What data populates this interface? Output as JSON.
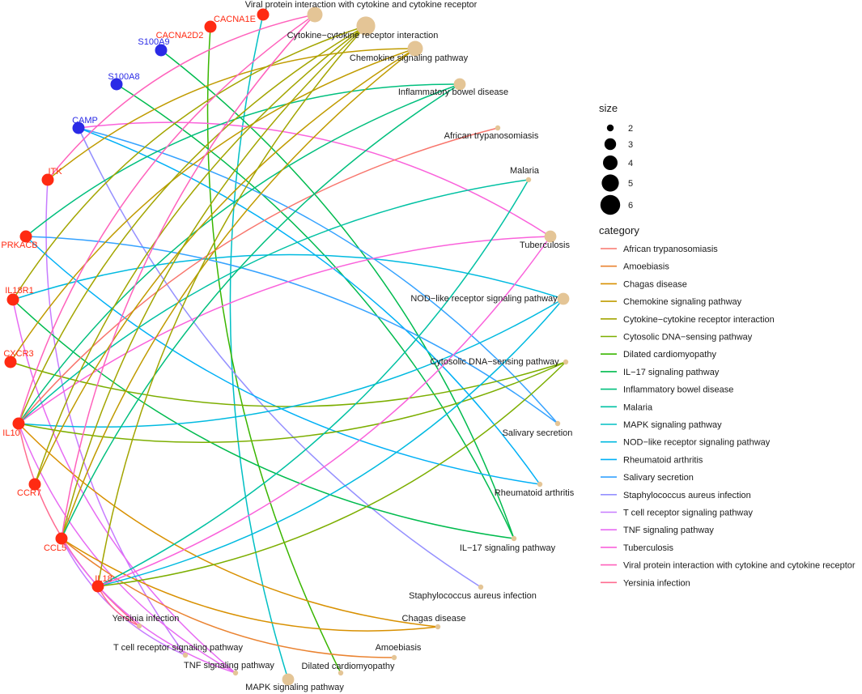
{
  "legend": {
    "size_title": "size",
    "size_entries": [
      {
        "label": "2",
        "value": 2
      },
      {
        "label": "3",
        "value": 3
      },
      {
        "label": "4",
        "value": 4
      },
      {
        "label": "5",
        "value": 5
      },
      {
        "label": "6",
        "value": 6
      }
    ],
    "category_title": "category",
    "categories": [
      {
        "label": "African trypanosomiasis",
        "color": "#F8766D"
      },
      {
        "label": "Amoebiasis",
        "color": "#EA8331"
      },
      {
        "label": "Chagas disease",
        "color": "#D89000"
      },
      {
        "label": "Chemokine signaling pathway",
        "color": "#C09B00"
      },
      {
        "label": "Cytokine−cytokine receptor interaction",
        "color": "#A3A500"
      },
      {
        "label": "Cytosolic DNA−sensing pathway",
        "color": "#7CAE00"
      },
      {
        "label": "Dilated cardiomyopathy",
        "color": "#39B600"
      },
      {
        "label": "IL−17 signaling pathway",
        "color": "#00BB4E"
      },
      {
        "label": "Inflammatory bowel disease",
        "color": "#00BF7D"
      },
      {
        "label": "Malaria",
        "color": "#00C1A3"
      },
      {
        "label": "MAPK signaling pathway",
        "color": "#00BFC4"
      },
      {
        "label": "NOD−like receptor signaling pathway",
        "color": "#00BAE0"
      },
      {
        "label": "Rheumatoid arthritis",
        "color": "#00B0F6"
      },
      {
        "label": "Salivary secretion",
        "color": "#35A2FF"
      },
      {
        "label": "Staphylococcus aureus infection",
        "color": "#9590FF"
      },
      {
        "label": "T cell receptor signaling pathway",
        "color": "#C77CFF"
      },
      {
        "label": "TNF signaling pathway",
        "color": "#E76BF3"
      },
      {
        "label": "Tuberculosis",
        "color": "#FA62DB"
      },
      {
        "label": "Viral protein interaction with cytokine and cytokine receptor",
        "color": "#FF62BC"
      },
      {
        "label": "Yersinia infection",
        "color": "#FF6C91"
      }
    ]
  },
  "colors": {
    "gene_red": "#FF2A12",
    "gene_blue": "#2A2AE6",
    "term_node": "#E4C596"
  },
  "network": {
    "genes": [
      {
        "id": "CACNA1E",
        "label": "CACNA1E",
        "group": "red"
      },
      {
        "id": "CACNA2D2",
        "label": "CACNA2D2",
        "group": "red"
      },
      {
        "id": "S100A9",
        "label": "S100A9",
        "group": "blue"
      },
      {
        "id": "S100A8",
        "label": "S100A8",
        "group": "blue"
      },
      {
        "id": "CAMP",
        "label": "CAMP",
        "group": "blue"
      },
      {
        "id": "ITK",
        "label": "ITK",
        "group": "red"
      },
      {
        "id": "PRKACB",
        "label": "PRKACB",
        "group": "red"
      },
      {
        "id": "IL18R1",
        "label": "IL18R1",
        "group": "red"
      },
      {
        "id": "CXCR3",
        "label": "CXCR3",
        "group": "red"
      },
      {
        "id": "IL10",
        "label": "IL10",
        "group": "red"
      },
      {
        "id": "CCR7",
        "label": "CCR7",
        "group": "red"
      },
      {
        "id": "CCL5",
        "label": "CCL5",
        "group": "red"
      },
      {
        "id": "IL18",
        "label": "IL18",
        "group": "red"
      }
    ],
    "terms": [
      {
        "id": "viral",
        "label": "Viral protein interaction with cytokine and cytokine receptor",
        "size": 5
      },
      {
        "id": "cyto",
        "label": "Cytokine−cytokine receptor interaction",
        "size": 6
      },
      {
        "id": "chemo",
        "label": "Chemokine signaling pathway",
        "size": 5
      },
      {
        "id": "ibd",
        "label": "Inflammatory bowel disease",
        "size": 4
      },
      {
        "id": "afr",
        "label": "African trypanosomiasis",
        "size": 2
      },
      {
        "id": "mal",
        "label": "Malaria",
        "size": 2
      },
      {
        "id": "tb",
        "label": "Tuberculosis",
        "size": 4
      },
      {
        "id": "nod",
        "label": "NOD−like receptor signaling pathway",
        "size": 4
      },
      {
        "id": "cdna",
        "label": "Cytosolic DNA−sensing pathway",
        "size": 2
      },
      {
        "id": "sal",
        "label": "Salivary secretion",
        "size": 2
      },
      {
        "id": "ra",
        "label": "Rheumatoid arthritis",
        "size": 2
      },
      {
        "id": "il17",
        "label": "IL−17 signaling pathway",
        "size": 2
      },
      {
        "id": "staph",
        "label": "Staphylococcus aureus infection",
        "size": 2
      },
      {
        "id": "chagas",
        "label": "Chagas disease",
        "size": 2
      },
      {
        "id": "amoe",
        "label": "Amoebiasis",
        "size": 2
      },
      {
        "id": "dil",
        "label": "Dilated cardiomyopathy",
        "size": 2
      },
      {
        "id": "mapk",
        "label": "MAPK signaling pathway",
        "size": 4
      },
      {
        "id": "tnf",
        "label": "TNF signaling pathway",
        "size": 2
      },
      {
        "id": "tcr",
        "label": "T cell receptor signaling pathway",
        "size": 2
      },
      {
        "id": "yer",
        "label": "Yersinia infection",
        "size": 2
      }
    ],
    "edges": [
      {
        "gene": "CACNA1E",
        "term": "mapk"
      },
      {
        "gene": "CACNA2D2",
        "term": "dil"
      },
      {
        "gene": "S100A9",
        "term": "il17"
      },
      {
        "gene": "S100A8",
        "term": "il17"
      },
      {
        "gene": "CAMP",
        "term": "sal"
      },
      {
        "gene": "CAMP",
        "term": "ra"
      },
      {
        "gene": "CAMP",
        "term": "staph"
      },
      {
        "gene": "CAMP",
        "term": "tb"
      },
      {
        "gene": "ITK",
        "term": "chemo"
      },
      {
        "gene": "ITK",
        "term": "tcr"
      },
      {
        "gene": "ITK",
        "term": "viral"
      },
      {
        "gene": "PRKACB",
        "term": "ra"
      },
      {
        "gene": "PRKACB",
        "term": "sal"
      },
      {
        "gene": "PRKACB",
        "term": "ibd"
      },
      {
        "gene": "IL18R1",
        "term": "cyto"
      },
      {
        "gene": "IL18R1",
        "term": "tnf"
      },
      {
        "gene": "IL18R1",
        "term": "nod"
      },
      {
        "gene": "IL18R1",
        "term": "il17"
      },
      {
        "gene": "CXCR3",
        "term": "chemo"
      },
      {
        "gene": "CXCR3",
        "term": "cdna"
      },
      {
        "gene": "IL10",
        "term": "cyto"
      },
      {
        "gene": "IL10",
        "term": "viral"
      },
      {
        "gene": "IL10",
        "term": "tb"
      },
      {
        "gene": "IL10",
        "term": "nod"
      },
      {
        "gene": "IL10",
        "term": "ibd"
      },
      {
        "gene": "IL10",
        "term": "mal"
      },
      {
        "gene": "IL10",
        "term": "cdna"
      },
      {
        "gene": "IL10",
        "term": "afr"
      },
      {
        "gene": "IL10",
        "term": "yer"
      },
      {
        "gene": "IL10",
        "term": "tnf"
      },
      {
        "gene": "IL10",
        "term": "chagas"
      },
      {
        "gene": "CCR7",
        "term": "chemo"
      },
      {
        "gene": "CCR7",
        "term": "cyto"
      },
      {
        "gene": "CCL5",
        "term": "cyto"
      },
      {
        "gene": "CCL5",
        "term": "chemo"
      },
      {
        "gene": "CCL5",
        "term": "viral"
      },
      {
        "gene": "CCL5",
        "term": "ibd"
      },
      {
        "gene": "CCL5",
        "term": "tnf"
      },
      {
        "gene": "CCL5",
        "term": "tcr"
      },
      {
        "gene": "CCL5",
        "term": "amoe"
      },
      {
        "gene": "CCL5",
        "term": "chagas"
      },
      {
        "gene": "IL18",
        "term": "yer"
      },
      {
        "gene": "IL18",
        "term": "nod"
      },
      {
        "gene": "IL18",
        "term": "mal"
      },
      {
        "gene": "IL18",
        "term": "cyto"
      },
      {
        "gene": "IL18",
        "term": "cdna"
      },
      {
        "gene": "IL18",
        "term": "tb"
      }
    ]
  }
}
